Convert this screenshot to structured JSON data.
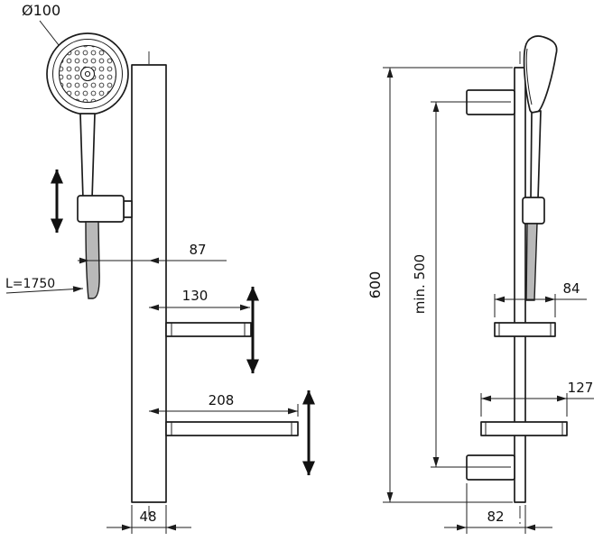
{
  "drawing": {
    "front_view": {
      "head_diameter_label": "Ø100",
      "hose_length_label": "L=1750",
      "holder_offset_label": "87",
      "upper_shelf_depth_label": "130",
      "lower_shelf_depth_label": "208",
      "rail_width_label": "48"
    },
    "side_view": {
      "total_height_label": "600",
      "min_mount_height_label": "min. 500",
      "upper_shelf_width_label": "84",
      "lower_shelf_width_label": "127",
      "wall_offset_label": "82"
    },
    "colors": {
      "line": "#1c1c1c",
      "text": "#111111",
      "hose_fill": "#b9b9b9",
      "background": "#ffffff"
    }
  }
}
